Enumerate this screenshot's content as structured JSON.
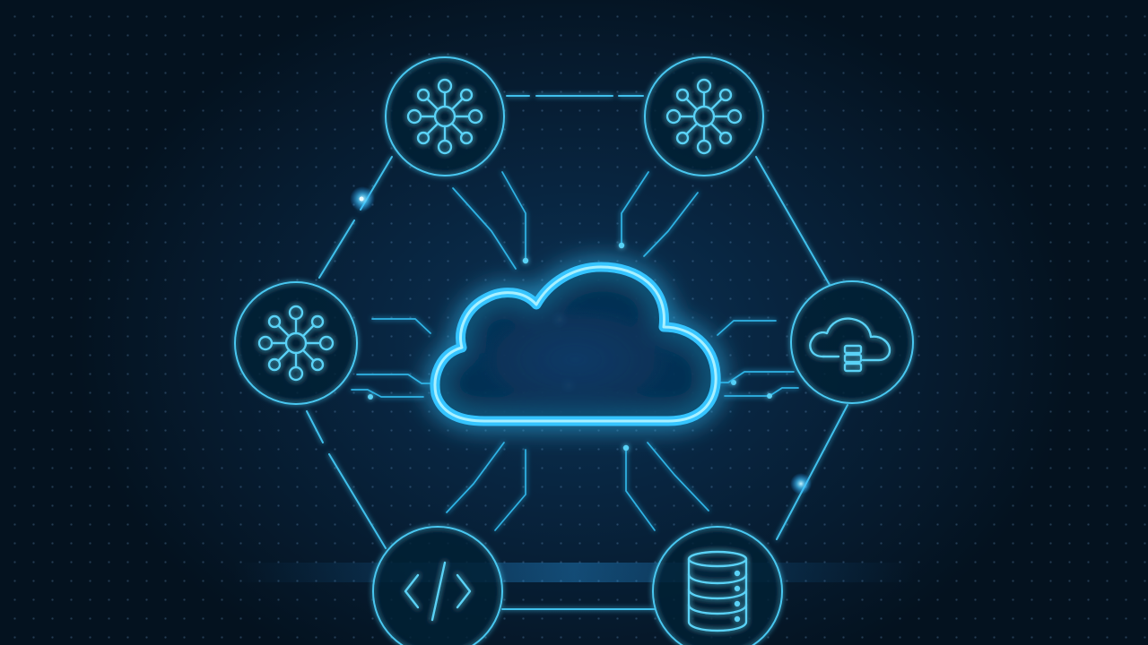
{
  "scene": {
    "subject": "cloud-computing-network-illustration",
    "center": "cloud",
    "nodes": [
      {
        "name": "network-node-top-left",
        "icon": "hub-icon"
      },
      {
        "name": "network-node-top-right",
        "icon": "hub-icon"
      },
      {
        "name": "network-node-left",
        "icon": "hub-icon"
      },
      {
        "name": "cloud-storage-node-right",
        "icon": "cloud-server-icon"
      },
      {
        "name": "code-node-bottom-left",
        "icon": "code-brackets-icon"
      },
      {
        "name": "database-node-bottom-right",
        "icon": "database-icon"
      }
    ],
    "colors": {
      "background": "#06182a",
      "accent": "#3fc0ec",
      "glow": "#1fa8ff",
      "cloud_core": "#7fe6ff"
    }
  }
}
